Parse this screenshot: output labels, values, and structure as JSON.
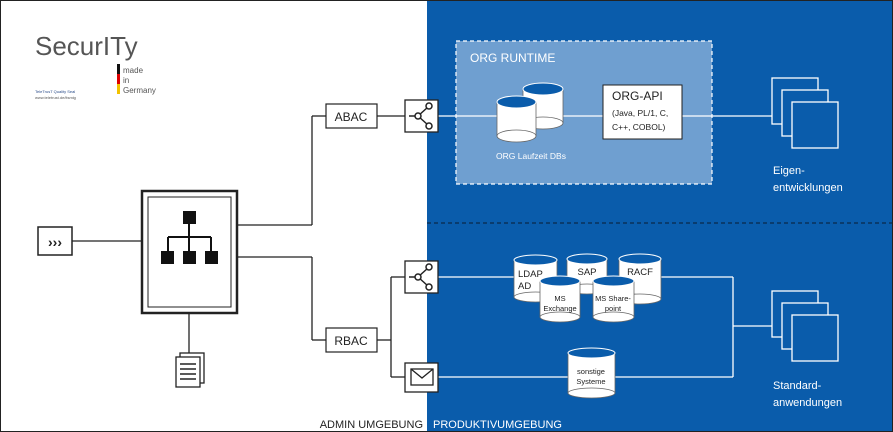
{
  "logo": {
    "main_text": "SecurITy",
    "made_lines": [
      "made",
      "in",
      "Germany"
    ],
    "small_lines": [
      "TeleTrusT Quality Seal",
      "www.teletrust.de/itsmig"
    ]
  },
  "nodes": {
    "abac": "ABAC",
    "rbac": "RBAC",
    "org_runtime": "ORG RUNTIME",
    "org_api_title": "ORG-API",
    "org_api_lines": [
      "(Java, PL/1, C,",
      "C++, COBOL)"
    ],
    "org_db_label": "ORG Laufzeit DBs",
    "eigen_lines": [
      "Eigen-",
      "entwicklungen"
    ],
    "standard_lines": [
      "Standard-",
      "anwendungen"
    ],
    "ldap_lines": [
      "LDAP",
      "AD"
    ],
    "sap": "SAP",
    "racf": "RACF",
    "exchange_lines": [
      "MS",
      "Exchange"
    ],
    "sharepoint_lines": [
      "MS Share-",
      "point"
    ],
    "sonstige_lines": [
      "sonstige",
      "Systeme"
    ]
  },
  "zones": {
    "admin": "ADMIN UMGEBUNG",
    "prod": "PRODUKTIVUMGEBUNG"
  },
  "colors": {
    "prod_bg": "#0a5cab",
    "runtime_bg": "#6f9fd0",
    "line": "#222222",
    "white": "#ffffff"
  }
}
